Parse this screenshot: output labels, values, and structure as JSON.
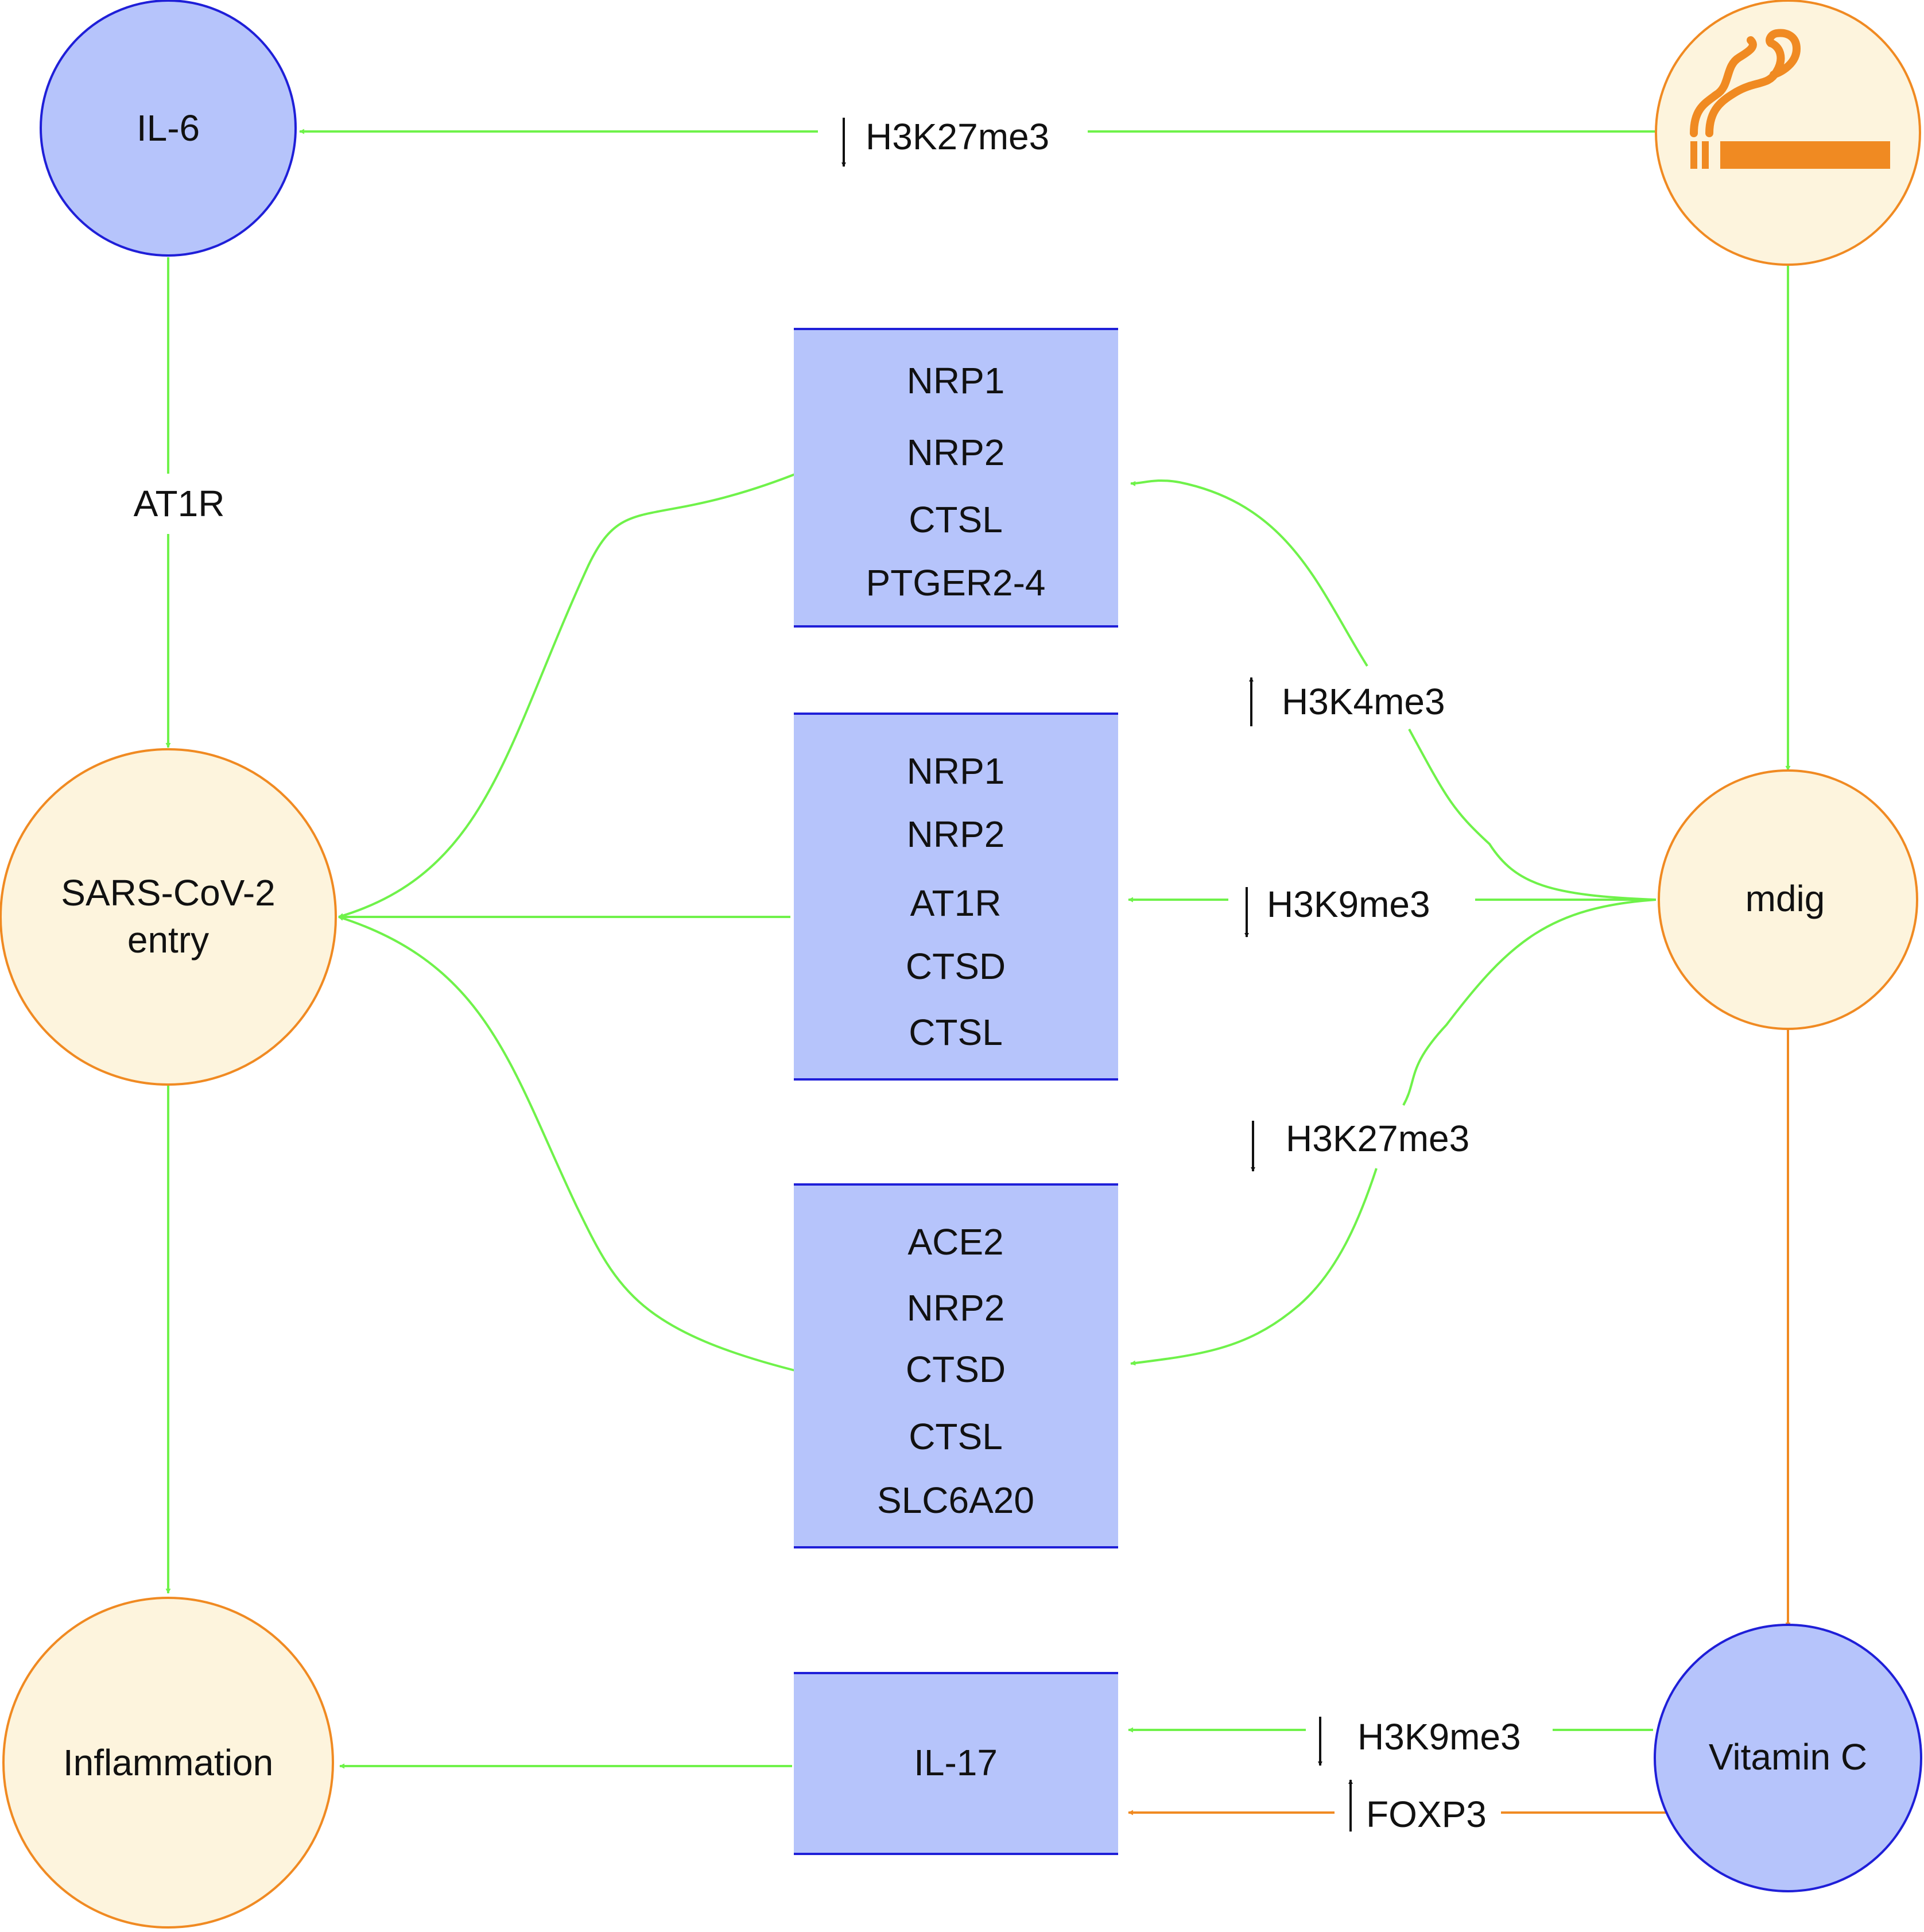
{
  "colors": {
    "green_arrow": "#6ff24a",
    "orange_arrow": "#f08a22",
    "blue_node_fill": "#b6c4fb",
    "blue_node_stroke": "#1f1fd8",
    "beige_node_fill": "#fdf4dd",
    "beige_node_stroke": "#f08a22",
    "smoking_icon": "#f08a22"
  },
  "nodes": {
    "il6": "IL-6",
    "smoking": {
      "icon": "cigarette-smoke-icon"
    },
    "sars": {
      "line1": "SARS-CoV-2",
      "line2": "entry"
    },
    "mdig": "mdig",
    "inflammation": "Inflammation",
    "vitamin_c": "Vitamin C"
  },
  "boxes": {
    "box1": [
      "NRP1",
      "NRP2",
      "CTSL",
      "PTGER2-4"
    ],
    "box2": [
      "NRP1",
      "NRP2",
      "AT1R",
      "CTSD",
      "CTSL"
    ],
    "box3": [
      "ACE2",
      "NRP2",
      "CTSD",
      "CTSL",
      "SLC6A20"
    ],
    "box4": [
      "IL-17"
    ]
  },
  "edge_labels": {
    "smoking_to_il6": {
      "arrow": "down",
      "text": "H3K27me3"
    },
    "il6_to_sars": {
      "text": "AT1R"
    },
    "mdig_to_box1": {
      "arrow": "up",
      "text": "H3K4me3"
    },
    "mdig_to_box2": {
      "arrow": "down",
      "text": "H3K9me3"
    },
    "mdig_to_box3": {
      "arrow": "down",
      "text": "H3K27me3"
    },
    "vitc_to_il17_a": {
      "arrow": "down",
      "text": "H3K9me3"
    },
    "vitc_to_il17_b": {
      "arrow": "up",
      "text": "FOXP3"
    }
  }
}
